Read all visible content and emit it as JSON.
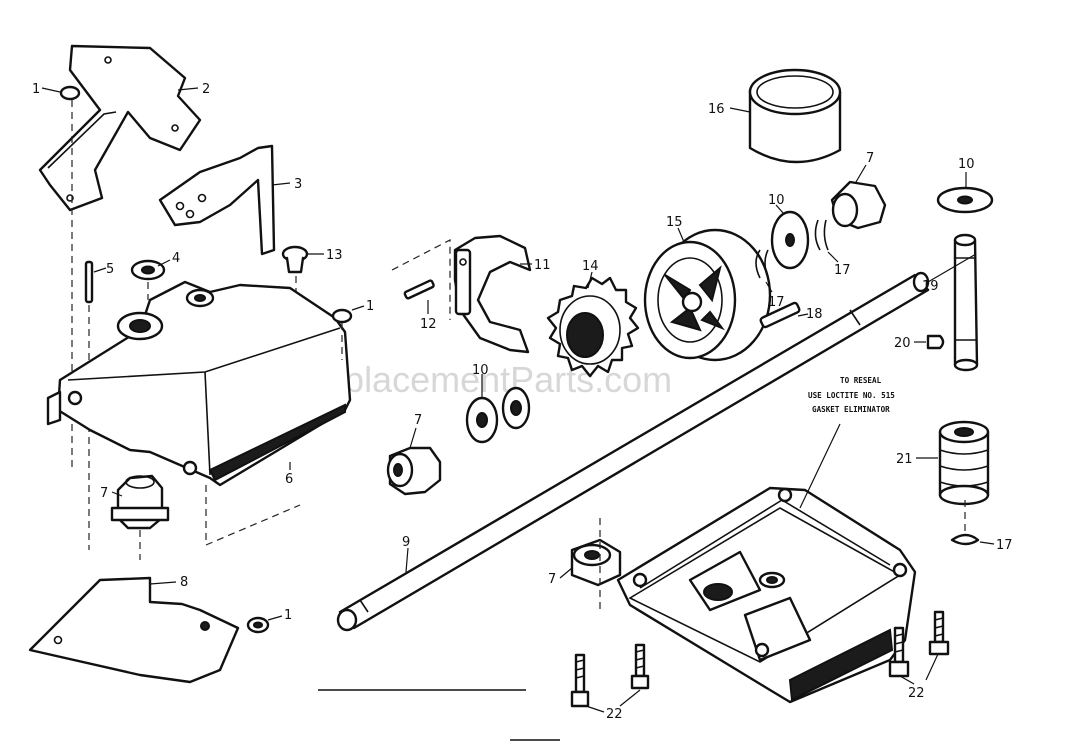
{
  "watermark": "eReplacementParts.com",
  "note": {
    "line1": "TO RESEAL",
    "line2": "USE LOCTITE NO. 515",
    "line3": "GASKET ELIMINATOR"
  },
  "callouts": [
    {
      "id": "c1a",
      "text": "1"
    },
    {
      "id": "c2",
      "text": "2"
    },
    {
      "id": "c3",
      "text": "3"
    },
    {
      "id": "c4",
      "text": "4"
    },
    {
      "id": "c5",
      "text": "5"
    },
    {
      "id": "c13",
      "text": "13"
    },
    {
      "id": "c1b",
      "text": "1"
    },
    {
      "id": "c6",
      "text": "6"
    },
    {
      "id": "c7a",
      "text": "7"
    },
    {
      "id": "c8",
      "text": "8"
    },
    {
      "id": "c1c",
      "text": "1"
    },
    {
      "id": "c11",
      "text": "11"
    },
    {
      "id": "c12",
      "text": "12"
    },
    {
      "id": "c14",
      "text": "14"
    },
    {
      "id": "c10a",
      "text": "10"
    },
    {
      "id": "c7b",
      "text": "7"
    },
    {
      "id": "c9",
      "text": "9"
    },
    {
      "id": "c15",
      "text": "15"
    },
    {
      "id": "c16",
      "text": "16"
    },
    {
      "id": "c7c",
      "text": "7"
    },
    {
      "id": "c10b",
      "text": "10"
    },
    {
      "id": "c17a",
      "text": "17"
    },
    {
      "id": "c17b",
      "text": "17"
    },
    {
      "id": "c18",
      "text": "18"
    },
    {
      "id": "c10c",
      "text": "10"
    },
    {
      "id": "c19",
      "text": "19"
    },
    {
      "id": "c20",
      "text": "20"
    },
    {
      "id": "c21",
      "text": "21"
    },
    {
      "id": "c17c",
      "text": "17"
    },
    {
      "id": "c7d",
      "text": "7"
    },
    {
      "id": "c22a",
      "text": "22"
    },
    {
      "id": "c22b",
      "text": "22"
    }
  ]
}
